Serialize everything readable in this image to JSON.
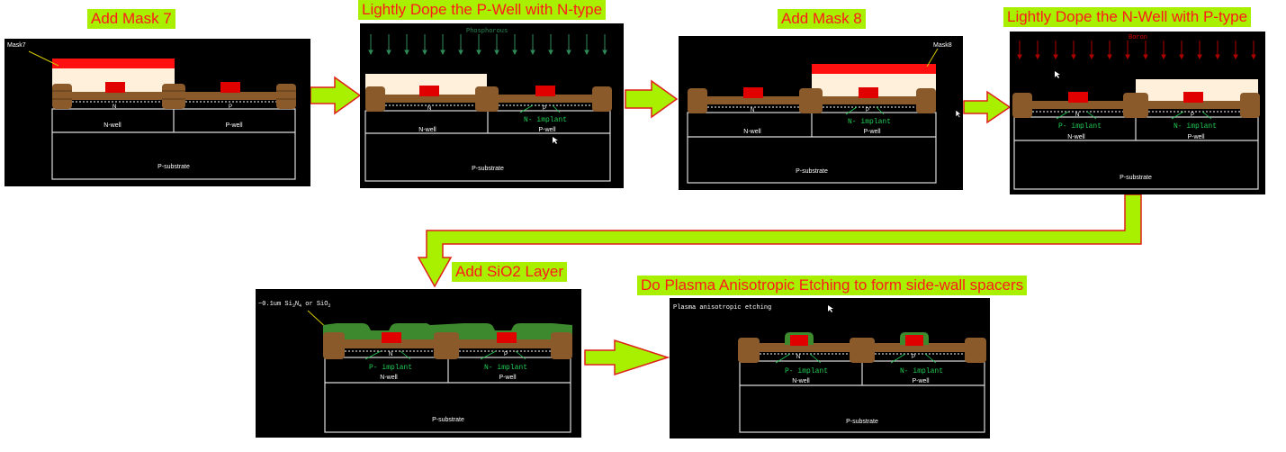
{
  "titles": {
    "step1": "Add Mask 7",
    "step2": "Lightly Dope the P-Well with N-type",
    "step3": "Add Mask 8",
    "step4": "Lightly Dope the N-Well with P-type",
    "step5": "Add SiO2 Layer",
    "step6": "Do Plasma Anisotropic Etching to form side-wall spacers"
  },
  "labels": {
    "mask7": "Mask7",
    "mask8": "Mask8",
    "phosphorous": "Phosphorous",
    "boron": "Boron",
    "n_well": "N-well",
    "p_well": "P-well",
    "p_substrate": "P-substrate",
    "n_implant": "N- implant",
    "p_implant": "P- implant",
    "n_region": "N",
    "p_region": "P",
    "oxide_note_prefix": "~0.1um Si",
    "oxide_note_sub1": "3",
    "oxide_note_n": "N",
    "oxide_note_sub2": "4",
    "oxide_note_mid": " or SiO",
    "oxide_note_sub3": "2",
    "plasma_note": "Plasma anisotropic etching"
  },
  "colors": {
    "title_bg": "#a8f000",
    "title_text": "#ff1a1a",
    "arrow_fill": "#a8f000",
    "arrow_stroke": "#e0201a",
    "mask": "#fff0dc",
    "mask8": "#ff1010",
    "gate": "#e00000",
    "field_oxide": "#8b5a2b",
    "spacer": "#3d8a2e",
    "implant_text": "#22cc55",
    "phosphorous_arrows": "#2e8b57",
    "boron_arrows": "#b00000"
  }
}
